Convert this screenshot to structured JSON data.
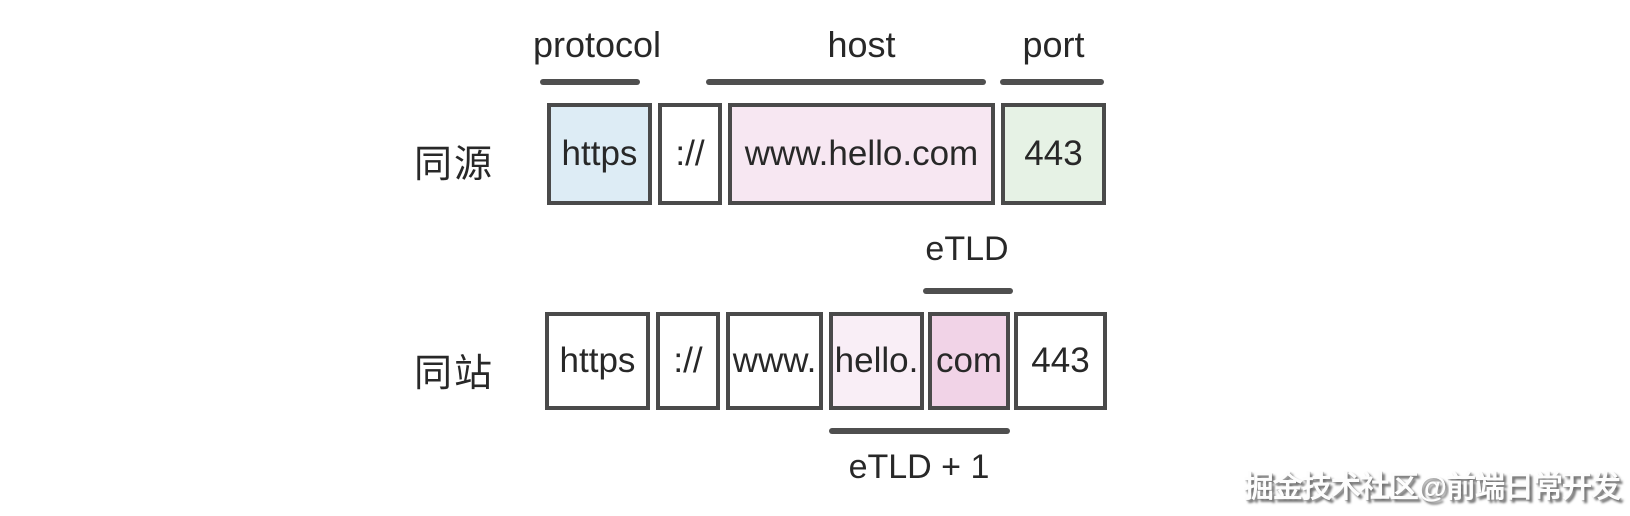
{
  "diagram_title": "same-origin vs same-site url anatomy",
  "colors": {
    "border": "#4a4a4a",
    "text": "#282828",
    "underline_bar": "#4f4f4f",
    "protocol_bg": "#ddecf5",
    "host_bg": "#f7e7f2",
    "port_bg": "#e6f2e5",
    "etld_plus_one_bg": "#f9eef6",
    "etld_bg": "#f1d3e7",
    "plain_bg": "#ffffff"
  },
  "origin_row": {
    "row_label": "同源",
    "top_labels": {
      "protocol": "protocol",
      "host": "host",
      "port": "port"
    },
    "segments": [
      {
        "text": "https"
      },
      {
        "text": "://"
      },
      {
        "text": "www.hello.com"
      },
      {
        "text": "443"
      }
    ]
  },
  "site_row": {
    "row_label": "同站",
    "etld_label": "eTLD",
    "etld_plus_one_label": "eTLD + 1",
    "segments": [
      {
        "text": "https"
      },
      {
        "text": "://"
      },
      {
        "text": "www."
      },
      {
        "text": "hello."
      },
      {
        "text": "com"
      },
      {
        "text": "443"
      }
    ]
  },
  "watermark": "掘金技术社区@前端日常开发"
}
